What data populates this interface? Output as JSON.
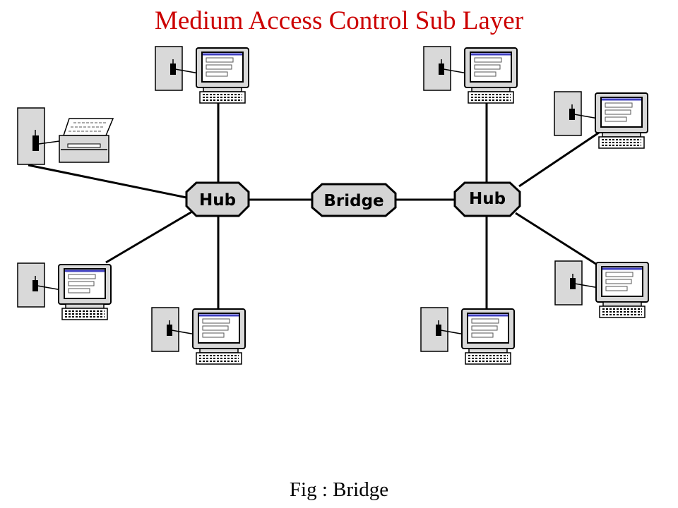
{
  "slide": {
    "title": "Medium Access Control Sub Layer",
    "caption": "Fig : Bridge"
  },
  "diagram": {
    "nodes": {
      "hub_left": {
        "label": "Hub"
      },
      "bridge": {
        "label": "Bridge"
      },
      "hub_right": {
        "label": "Hub"
      }
    },
    "devices": [
      {
        "type": "computer",
        "connected_to": "hub_left"
      },
      {
        "type": "printer",
        "connected_to": "hub_left"
      },
      {
        "type": "computer",
        "connected_to": "hub_left"
      },
      {
        "type": "computer",
        "connected_to": "hub_left"
      },
      {
        "type": "computer",
        "connected_to": "hub_right"
      },
      {
        "type": "computer",
        "connected_to": "hub_right"
      },
      {
        "type": "computer",
        "connected_to": "hub_right"
      },
      {
        "type": "computer",
        "connected_to": "hub_right"
      }
    ]
  },
  "colors": {
    "title": "#cc0000",
    "node_fill": "#d4d4d4",
    "device_fill": "#d9d9d9",
    "line": "#000000",
    "screen_accent": "#4040c0"
  }
}
